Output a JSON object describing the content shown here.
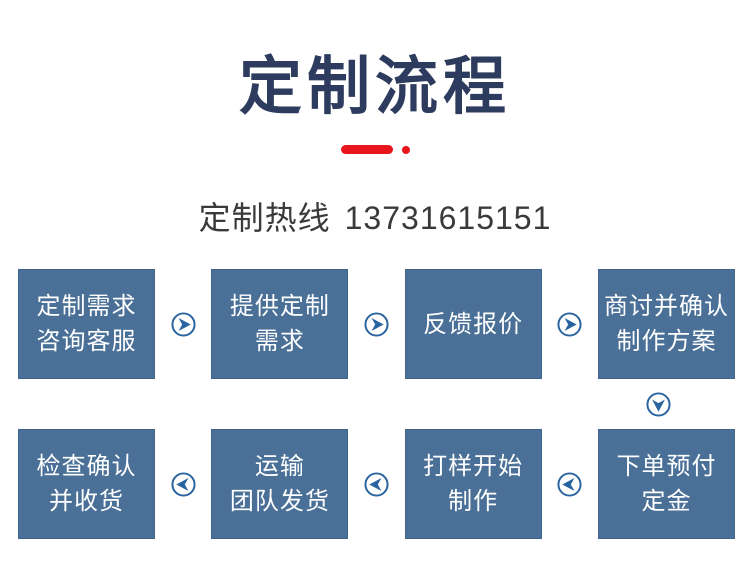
{
  "colors": {
    "title-color": "#2d3c5e",
    "accent-red": "#e9151d",
    "hotline-color": "#3a3a3a",
    "box-bg": "#4a7098",
    "box-border": "#3f648e",
    "box-text": "#ffffff",
    "arrow-color": "#2a64a0"
  },
  "header": {
    "title": "定制流程",
    "hotline_label": "定制热线",
    "hotline_number": "13731615151"
  },
  "flow": {
    "icons": {
      "forward": "chevron-right-in-circle",
      "backward": "chevron-left-in-circle",
      "down": "chevron-down-in-circle"
    },
    "rows": [
      {
        "arrow_direction": "right",
        "steps": [
          {
            "lines": [
              "定制需求",
              "咨询客服"
            ]
          },
          {
            "lines": [
              "提供定制",
              "需求"
            ]
          },
          {
            "lines": [
              "反馈报价"
            ]
          },
          {
            "lines": [
              "商讨并确认",
              "制作方案"
            ]
          }
        ]
      },
      {
        "arrow_direction": "left",
        "steps": [
          {
            "lines": [
              "检查确认",
              "并收货"
            ]
          },
          {
            "lines": [
              "运输",
              "团队发货"
            ]
          },
          {
            "lines": [
              "打样开始",
              "制作"
            ]
          },
          {
            "lines": [
              "下单预付",
              "定金"
            ]
          }
        ]
      }
    ],
    "row_connector_direction": "down"
  }
}
